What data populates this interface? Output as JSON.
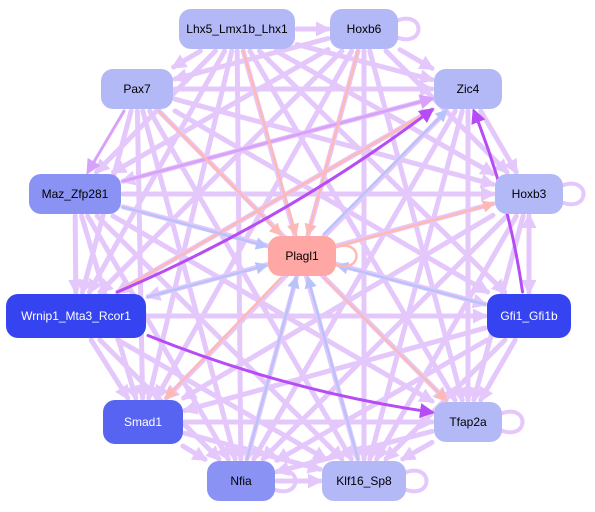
{
  "colors": {
    "edge_default": "#e5c8fb",
    "edge_strong": "#b64cf6",
    "edge_medium": "#d9a2fa",
    "edge_red": "#ffb9b4",
    "edge_blue": "#b9c3fb",
    "node_light": "#b3b8f6",
    "node_mid": "#8a93f3",
    "node_dark": "#3643f0",
    "node_center": "#fea7a5"
  },
  "nodes": [
    {
      "id": "lhx5",
      "label": "Lhx5_Lmx1b_Lhx1",
      "tone": "light"
    },
    {
      "id": "hoxb6",
      "label": "Hoxb6",
      "tone": "light"
    },
    {
      "id": "pax7",
      "label": "Pax7",
      "tone": "light"
    },
    {
      "id": "zic4",
      "label": "Zic4",
      "tone": "light"
    },
    {
      "id": "maz",
      "label": "Maz_Zfp281",
      "tone": "mid"
    },
    {
      "id": "hoxb3",
      "label": "Hoxb3",
      "tone": "light"
    },
    {
      "id": "plagl1",
      "label": "Plagl1",
      "tone": "center"
    },
    {
      "id": "wrnip1",
      "label": "Wrnip1_Mta3_Rcor1",
      "tone": "dark"
    },
    {
      "id": "gfi1",
      "label": "Gfi1_Gfi1b",
      "tone": "dark"
    },
    {
      "id": "smad1",
      "label": "Smad1",
      "tone": "darkish"
    },
    {
      "id": "tfap2a",
      "label": "Tfap2a",
      "tone": "light"
    },
    {
      "id": "nfia",
      "label": "Nfia",
      "tone": "mid"
    },
    {
      "id": "klf16",
      "label": "Klf16_Sp8",
      "tone": "light"
    }
  ],
  "self_loops": [
    "hoxb6",
    "hoxb3",
    "plagl1",
    "tfap2a",
    "klf16",
    "nfia"
  ],
  "edges": [
    {
      "from": "lhx5",
      "to": "hoxb6",
      "kind": "default"
    },
    {
      "from": "lhx5",
      "to": "pax7",
      "kind": "default"
    },
    {
      "from": "lhx5",
      "to": "zic4",
      "kind": "default"
    },
    {
      "from": "lhx5",
      "to": "maz",
      "kind": "default"
    },
    {
      "from": "lhx5",
      "to": "hoxb3",
      "kind": "default"
    },
    {
      "from": "lhx5",
      "to": "smad1",
      "kind": "default"
    },
    {
      "from": "lhx5",
      "to": "tfap2a",
      "kind": "default"
    },
    {
      "from": "lhx5",
      "to": "nfia",
      "kind": "default"
    },
    {
      "from": "lhx5",
      "to": "klf16",
      "kind": "default"
    },
    {
      "from": "lhx5",
      "to": "wrnip1",
      "kind": "default"
    },
    {
      "from": "lhx5",
      "to": "gfi1",
      "kind": "default"
    },
    {
      "from": "hoxb6",
      "to": "zic4",
      "kind": "default"
    },
    {
      "from": "hoxb6",
      "to": "pax7",
      "kind": "default"
    },
    {
      "from": "hoxb6",
      "to": "hoxb3",
      "kind": "default"
    },
    {
      "from": "hoxb6",
      "to": "smad1",
      "kind": "default"
    },
    {
      "from": "hoxb6",
      "to": "tfap2a",
      "kind": "default"
    },
    {
      "from": "hoxb6",
      "to": "nfia",
      "kind": "default"
    },
    {
      "from": "hoxb6",
      "to": "klf16",
      "kind": "default"
    },
    {
      "from": "hoxb6",
      "to": "maz",
      "kind": "default"
    },
    {
      "from": "hoxb6",
      "to": "wrnip1",
      "kind": "default"
    },
    {
      "from": "pax7",
      "to": "zic4",
      "kind": "default"
    },
    {
      "from": "pax7",
      "to": "maz",
      "kind": "medium"
    },
    {
      "from": "pax7",
      "to": "hoxb3",
      "kind": "default"
    },
    {
      "from": "pax7",
      "to": "smad1",
      "kind": "default"
    },
    {
      "from": "pax7",
      "to": "tfap2a",
      "kind": "default"
    },
    {
      "from": "pax7",
      "to": "nfia",
      "kind": "default"
    },
    {
      "from": "pax7",
      "to": "klf16",
      "kind": "default"
    },
    {
      "from": "pax7",
      "to": "wrnip1",
      "kind": "default"
    },
    {
      "from": "pax7",
      "to": "gfi1",
      "kind": "default"
    },
    {
      "from": "zic4",
      "to": "maz",
      "kind": "default"
    },
    {
      "from": "zic4",
      "to": "hoxb3",
      "kind": "default"
    },
    {
      "from": "zic4",
      "to": "smad1",
      "kind": "default"
    },
    {
      "from": "zic4",
      "to": "tfap2a",
      "kind": "default"
    },
    {
      "from": "zic4",
      "to": "nfia",
      "kind": "default"
    },
    {
      "from": "zic4",
      "to": "klf16",
      "kind": "default"
    },
    {
      "from": "zic4",
      "to": "wrnip1",
      "kind": "default"
    },
    {
      "from": "maz",
      "to": "zic4",
      "kind": "medium"
    },
    {
      "from": "maz",
      "to": "hoxb3",
      "kind": "default"
    },
    {
      "from": "maz",
      "to": "smad1",
      "kind": "default"
    },
    {
      "from": "maz",
      "to": "tfap2a",
      "kind": "default"
    },
    {
      "from": "maz",
      "to": "nfia",
      "kind": "default"
    },
    {
      "from": "maz",
      "to": "klf16",
      "kind": "default"
    },
    {
      "from": "maz",
      "to": "gfi1",
      "kind": "default"
    },
    {
      "from": "maz",
      "to": "wrnip1",
      "kind": "default"
    },
    {
      "from": "hoxb3",
      "to": "smad1",
      "kind": "default"
    },
    {
      "from": "hoxb3",
      "to": "tfap2a",
      "kind": "default"
    },
    {
      "from": "hoxb3",
      "to": "nfia",
      "kind": "default"
    },
    {
      "from": "hoxb3",
      "to": "klf16",
      "kind": "default"
    },
    {
      "from": "hoxb3",
      "to": "wrnip1",
      "kind": "default"
    },
    {
      "from": "hoxb3",
      "to": "gfi1",
      "kind": "default"
    },
    {
      "from": "wrnip1",
      "to": "zic4",
      "kind": "strong"
    },
    {
      "from": "wrnip1",
      "to": "tfap2a",
      "kind": "strong"
    },
    {
      "from": "wrnip1",
      "to": "smad1",
      "kind": "default"
    },
    {
      "from": "wrnip1",
      "to": "nfia",
      "kind": "default"
    },
    {
      "from": "wrnip1",
      "to": "klf16",
      "kind": "default"
    },
    {
      "from": "wrnip1",
      "to": "gfi1",
      "kind": "default"
    },
    {
      "from": "gfi1",
      "to": "zic4",
      "kind": "strong"
    },
    {
      "from": "gfi1",
      "to": "smad1",
      "kind": "default"
    },
    {
      "from": "gfi1",
      "to": "tfap2a",
      "kind": "default"
    },
    {
      "from": "gfi1",
      "to": "nfia",
      "kind": "default"
    },
    {
      "from": "gfi1",
      "to": "klf16",
      "kind": "default"
    },
    {
      "from": "gfi1",
      "to": "hoxb3",
      "kind": "default"
    },
    {
      "from": "smad1",
      "to": "tfap2a",
      "kind": "default"
    },
    {
      "from": "smad1",
      "to": "nfia",
      "kind": "default"
    },
    {
      "from": "smad1",
      "to": "klf16",
      "kind": "default"
    },
    {
      "from": "tfap2a",
      "to": "nfia",
      "kind": "default"
    },
    {
      "from": "tfap2a",
      "to": "klf16",
      "kind": "default"
    },
    {
      "from": "nfia",
      "to": "klf16",
      "kind": "default"
    },
    {
      "from": "hoxb6",
      "to": "plagl1",
      "kind": "red"
    },
    {
      "from": "lhx5",
      "to": "plagl1",
      "kind": "red"
    },
    {
      "from": "plagl1",
      "to": "zic4",
      "kind": "blue"
    },
    {
      "from": "pax7",
      "to": "plagl1",
      "kind": "red"
    },
    {
      "from": "maz",
      "to": "plagl1",
      "kind": "blue"
    },
    {
      "from": "plagl1",
      "to": "hoxb3",
      "kind": "red"
    },
    {
      "from": "gfi1",
      "to": "plagl1",
      "kind": "blue"
    },
    {
      "from": "wrnip1",
      "to": "plagl1",
      "kind": "blue"
    },
    {
      "from": "plagl1",
      "to": "smad1",
      "kind": "red"
    },
    {
      "from": "plagl1",
      "to": "tfap2a",
      "kind": "red"
    },
    {
      "from": "nfia",
      "to": "plagl1",
      "kind": "blue"
    },
    {
      "from": "klf16",
      "to": "plagl1",
      "kind": "blue"
    },
    {
      "from": "wrnip1",
      "to": "zic4",
      "kind": "red"
    }
  ]
}
